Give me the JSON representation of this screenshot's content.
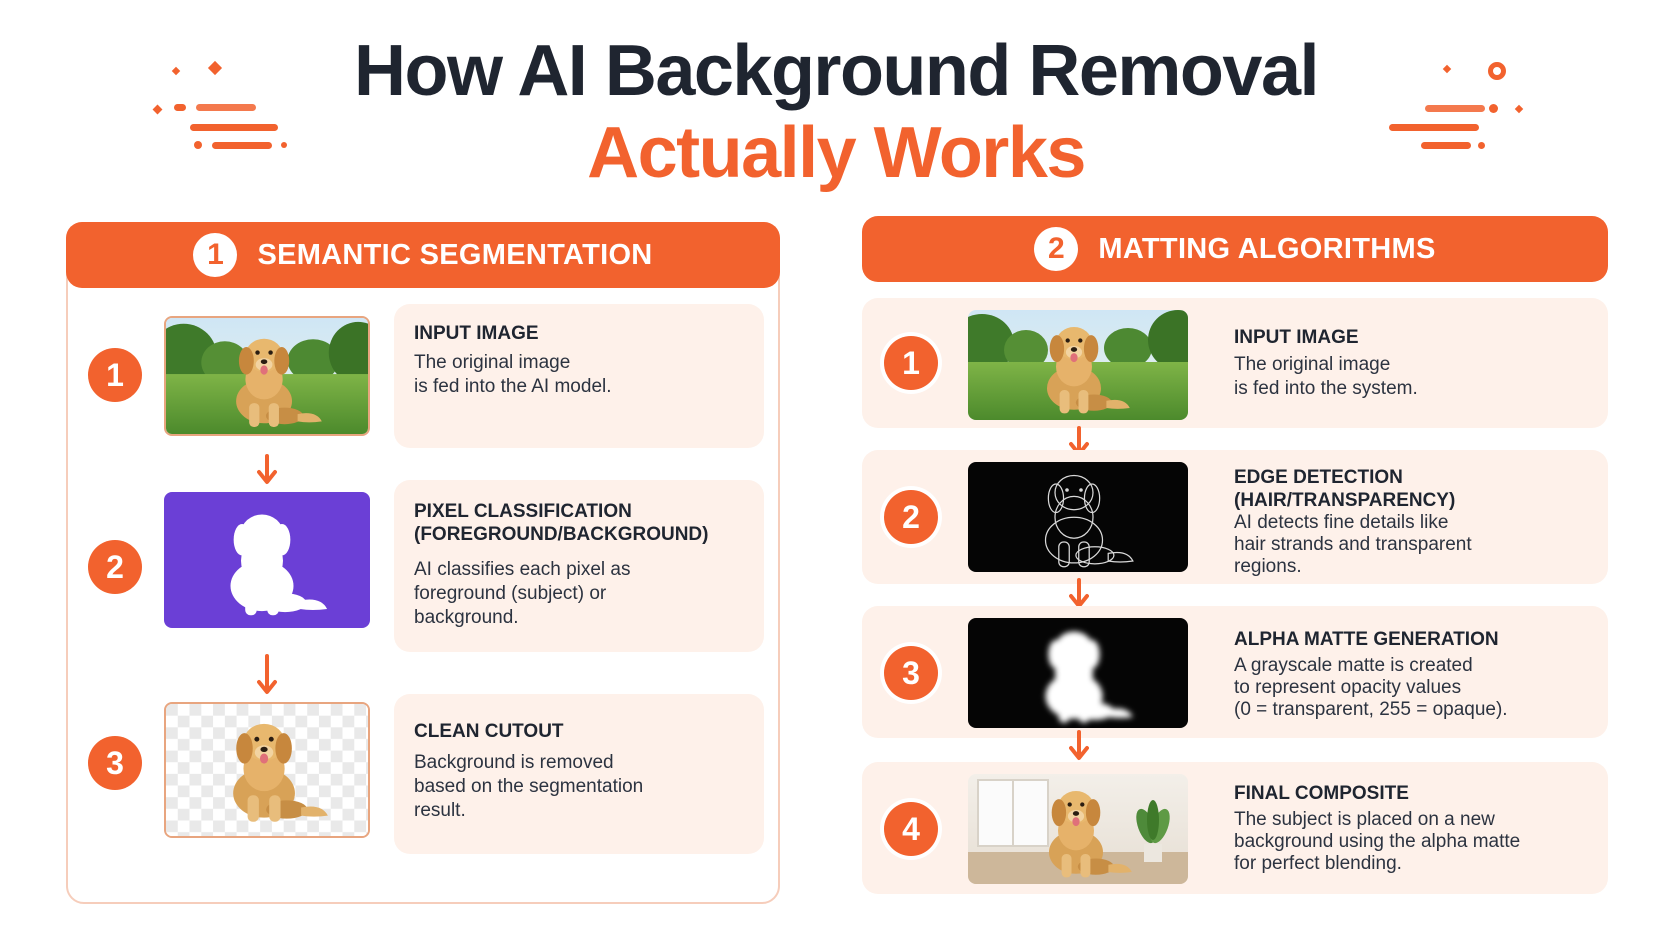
{
  "title": {
    "line1": "How AI Background Removal",
    "line2": "Actually Works"
  },
  "colors": {
    "accent": "#f2622e",
    "card_background": "#fef1ea",
    "title_dark": "#1f2530",
    "classification_purple": "#6b3fd6"
  },
  "left_panel": {
    "number": "1",
    "title": "SEMANTIC SEGMENTATION",
    "steps": [
      {
        "number": "1",
        "title": "INPUT IMAGE",
        "description": [
          "The original image",
          "is fed into the AI model."
        ],
        "thumbnail": "dog-in-park-photo"
      },
      {
        "number": "2",
        "title": [
          "PIXEL CLASSIFICATION",
          "(FOREGROUND/BACKGROUND)"
        ],
        "description": [
          "AI classifies each pixel as",
          "foreground (subject) or",
          "background."
        ],
        "thumbnail": "white-silhouette-on-purple"
      },
      {
        "number": "3",
        "title": "CLEAN CUTOUT",
        "description": [
          "Background is removed",
          "based on the segmentation",
          "result."
        ],
        "thumbnail": "dog-on-transparent-checkerboard"
      }
    ]
  },
  "right_panel": {
    "number": "2",
    "title": "MATTING ALGORITHMS",
    "steps": [
      {
        "number": "1",
        "title": "INPUT IMAGE",
        "description": [
          "The original image",
          "is fed into the system."
        ],
        "thumbnail": "dog-in-park-photo"
      },
      {
        "number": "2",
        "title": [
          "EDGE DETECTION",
          "(HAIR/TRANSPARENCY)"
        ],
        "description": [
          "AI detects fine details like",
          "hair strands and transparent",
          "regions."
        ],
        "thumbnail": "edge-outline-on-black"
      },
      {
        "number": "3",
        "title": "ALPHA MATTE GENERATION",
        "description": [
          "A grayscale matte is created",
          "to represent opacity values",
          "(0 = transparent, 255 = opaque)."
        ],
        "thumbnail": "grayscale-alpha-matte"
      },
      {
        "number": "4",
        "title": "FINAL COMPOSITE",
        "description": [
          "The subject is placed on a new",
          "background using the alpha matte",
          "for perfect blending."
        ],
        "thumbnail": "dog-in-room-composite"
      }
    ]
  }
}
